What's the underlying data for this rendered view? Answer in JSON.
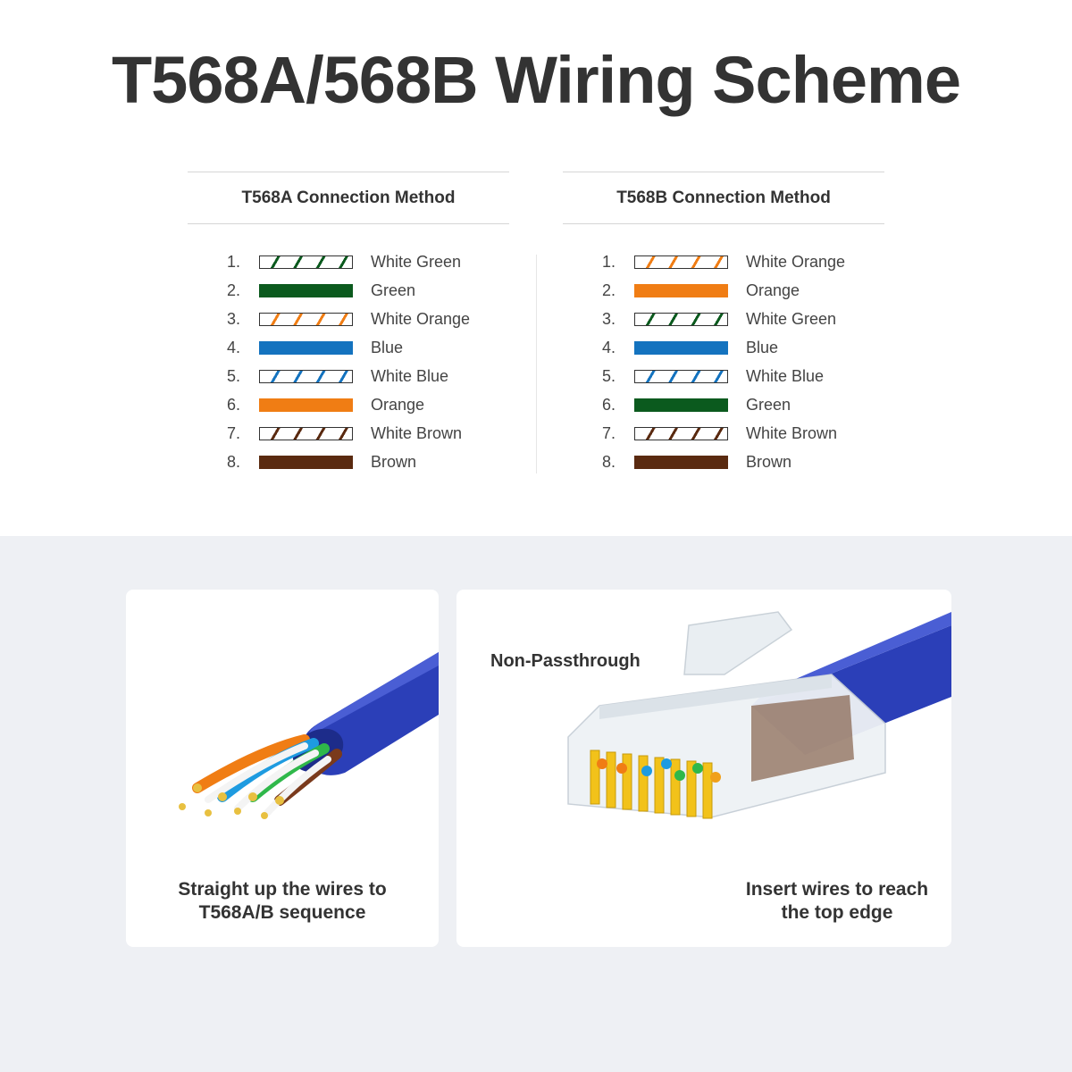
{
  "title": "T568A/568B Wiring Scheme",
  "schemes": [
    {
      "heading": "T568A Connection Method",
      "wires": [
        {
          "num": "1.",
          "name": "White Green",
          "color": "#0b5a1e",
          "striped": true
        },
        {
          "num": "2.",
          "name": "Green",
          "color": "#0b5a1e",
          "striped": false
        },
        {
          "num": "3.",
          "name": "White Orange",
          "color": "#f07d14",
          "striped": true
        },
        {
          "num": "4.",
          "name": "Blue",
          "color": "#1473bf",
          "striped": false
        },
        {
          "num": "5.",
          "name": "White Blue",
          "color": "#1473bf",
          "striped": true
        },
        {
          "num": "6.",
          "name": "Orange",
          "color": "#f07d14",
          "striped": false
        },
        {
          "num": "7.",
          "name": "White Brown",
          "color": "#5a2a10",
          "striped": true
        },
        {
          "num": "8.",
          "name": "Brown",
          "color": "#5a2a10",
          "striped": false
        }
      ]
    },
    {
      "heading": "T568B Connection Method",
      "wires": [
        {
          "num": "1.",
          "name": "White Orange",
          "color": "#f07d14",
          "striped": true
        },
        {
          "num": "2.",
          "name": "Orange",
          "color": "#f07d14",
          "striped": false
        },
        {
          "num": "3.",
          "name": "White Green",
          "color": "#0b5a1e",
          "striped": true
        },
        {
          "num": "4.",
          "name": "Blue",
          "color": "#1473bf",
          "striped": false
        },
        {
          "num": "5.",
          "name": "White Blue",
          "color": "#1473bf",
          "striped": true
        },
        {
          "num": "6.",
          "name": "Green",
          "color": "#0b5a1e",
          "striped": false
        },
        {
          "num": "7.",
          "name": "White Brown",
          "color": "#5a2a10",
          "striped": true
        },
        {
          "num": "8.",
          "name": "Brown",
          "color": "#5a2a10",
          "striped": false
        }
      ]
    }
  ],
  "cards": {
    "left_caption_line1": "Straight up the wires to",
    "left_caption_line2": "T568A/B sequence",
    "right_label": "Non-Passthrough",
    "right_caption_line1": "Insert wires to reach",
    "right_caption_line2": "the top edge"
  },
  "icons": {
    "left_image": "cable-wires-illustration",
    "right_image": "rj45-connector-illustration"
  },
  "colors": {
    "cable_blue": "#2b3fb8",
    "background_panel": "#eef0f4"
  }
}
